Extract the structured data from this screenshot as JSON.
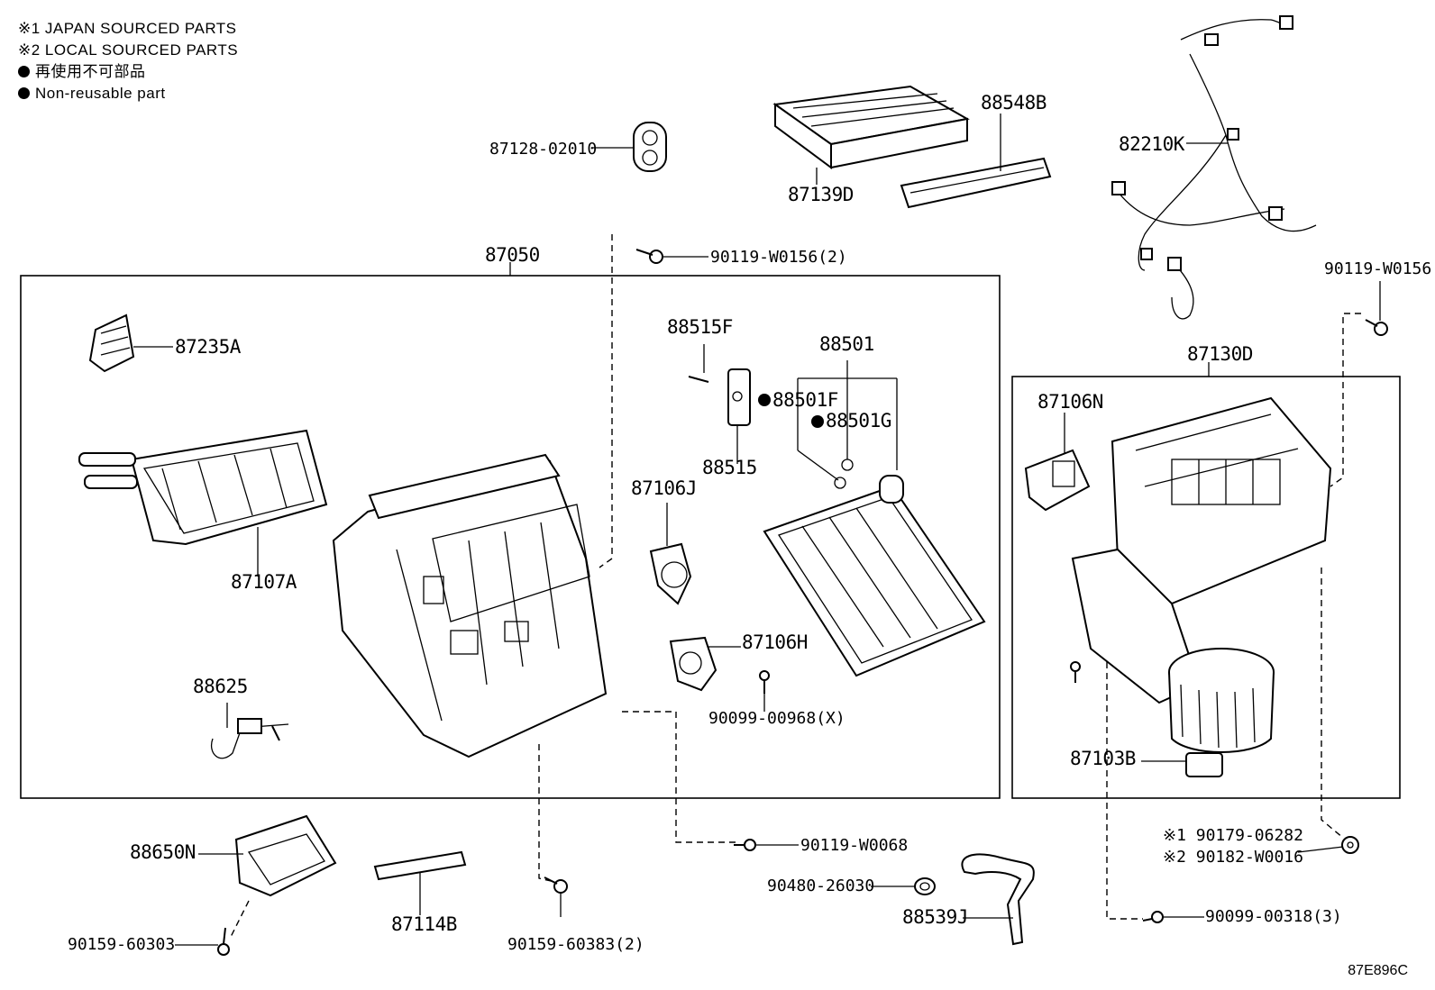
{
  "legend": {
    "line1": "※1  JAPAN SOURCED PARTS",
    "line2": "※2  LOCAL SOURCED PARTS",
    "line3": "再使用不可部品",
    "line4": "Non-reusable part"
  },
  "labels": {
    "p87128": "87128-02010",
    "p87139d": "87139D",
    "p88548b": "88548B",
    "p82210k": "82210K",
    "p90119_w0156_2": "90119-W0156(2)",
    "p90119_w0156": "90119-W0156",
    "p87050": "87050",
    "p87130d": "87130D",
    "p87235a": "87235A",
    "p88515f": "88515F",
    "p88501": "88501",
    "p88501f": "88501F",
    "p88501g": "88501G",
    "p88515": "88515",
    "p87106j": "87106J",
    "p87106n": "87106N",
    "p87107a": "87107A",
    "p87106h": "87106H",
    "p88625": "88625",
    "p90099_00968": "90099-00968(X)",
    "p87103b": "87103B",
    "p88650n": "88650N",
    "p90119_w0068": "90119-W0068",
    "p90480": "90480-26030",
    "p90179": "※1 90179-06282",
    "p90182": "※2 90182-W0016",
    "p88539j": "88539J",
    "p90099_00318": "90099-00318(3)",
    "p87114b": "87114B",
    "p90159_60303": "90159-60303",
    "p90159_60383": "90159-60383(2)"
  },
  "reference": "87E896C"
}
